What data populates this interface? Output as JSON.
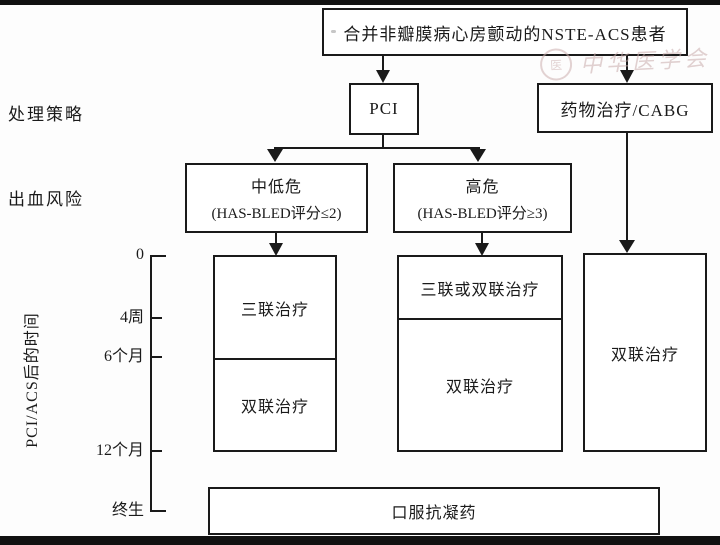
{
  "page": {
    "background": "#fdfdfd",
    "line_color": "#1a1a1a",
    "bar_color": "#111111"
  },
  "watermark": {
    "text": "中华医学会"
  },
  "flowchart": {
    "title": "合并非瓣膜病心房颤动的NSTE-ACS患者",
    "row_labels": {
      "strategy": "处理策略",
      "bleeding": "出血风险"
    },
    "strategy_boxes": {
      "pci": "PCI",
      "medical": "药物治疗/CABG"
    },
    "risk_boxes": {
      "low": {
        "title": "中低危",
        "subtitle": "(HAS-BLED评分≤2)"
      },
      "high": {
        "title": "高危",
        "subtitle": "(HAS-BLED评分≥3)"
      }
    },
    "treatment_columns": {
      "low": {
        "phase1": "三联治疗",
        "phase2": "双联治疗"
      },
      "high": {
        "phase1": "三联或双联治疗",
        "phase2": "双联治疗"
      },
      "medical": {
        "phase1": "双联治疗"
      }
    },
    "lifelong_box": "口服抗凝药"
  },
  "timeline": {
    "axis_label": "PCI/ACS后的时间",
    "ticks": [
      "0",
      "4周",
      "6个月",
      "12个月",
      "终生"
    ]
  }
}
